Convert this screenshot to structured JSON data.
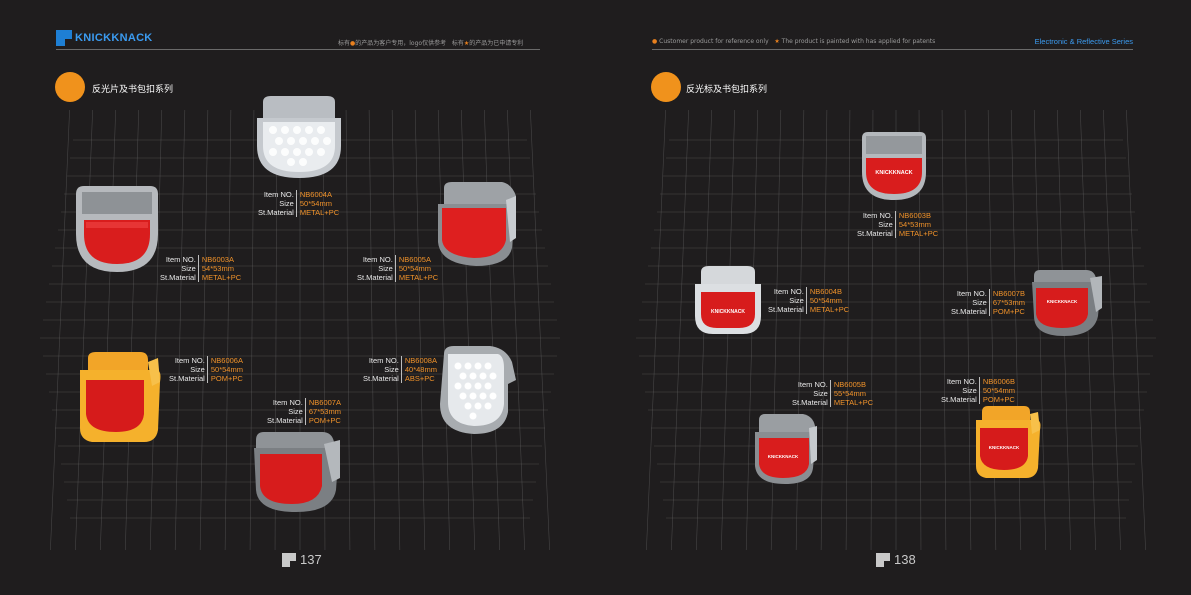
{
  "brand": {
    "name": "KNICKKNACK"
  },
  "left_page": {
    "note": {
      "a": "标有",
      "b": "的产品为客户专用，logo仅供参考",
      "c": "标有",
      "d": "的产品为已申请专利"
    },
    "section_title": "反光片及书包扣系列",
    "page_number": "137",
    "products": [
      {
        "item_no": "NB6004A",
        "size": "50*54mm",
        "material": "METAL+PC"
      },
      {
        "item_no": "NB6003A",
        "size": "54*53mm",
        "material": "METAL+PC"
      },
      {
        "item_no": "NB6005A",
        "size": "50*54mm",
        "material": "METAL+PC"
      },
      {
        "item_no": "NB6006A",
        "size": "50*54mm",
        "material": "POM+PC"
      },
      {
        "item_no": "NB6008A",
        "size": "40*48mm",
        "material": "ABS+PC"
      },
      {
        "item_no": "NB6007A",
        "size": "67*53mm",
        "material": "POM+PC"
      }
    ]
  },
  "right_page": {
    "note": {
      "a": "Customer product for reference only",
      "b": "The product is painted with has applied for patents"
    },
    "series": "Electronic & Reflective Series",
    "section_title": "反光标及书包扣系列",
    "page_number": "138",
    "products": [
      {
        "item_no": "NB6003B",
        "size": "54*53mm",
        "material": "METAL+PC"
      },
      {
        "item_no": "NB6004B",
        "size": "50*54mm",
        "material": "METAL+PC"
      },
      {
        "item_no": "NB6007B",
        "size": "67*53mm",
        "material": "POM+PC"
      },
      {
        "item_no": "NB6005B",
        "size": "55*54mm",
        "material": "METAL+PC"
      },
      {
        "item_no": "NB6006B",
        "size": "50*54mm",
        "material": "POM+PC"
      }
    ]
  },
  "labels": {
    "item_no": "Item NO.",
    "size": "Size",
    "material": "St.Material"
  },
  "colors": {
    "accent_orange": "#f0921c",
    "brand_blue": "#3b9bf0",
    "reflector_red": "#d91d1d",
    "background": "#1f1d1e"
  }
}
